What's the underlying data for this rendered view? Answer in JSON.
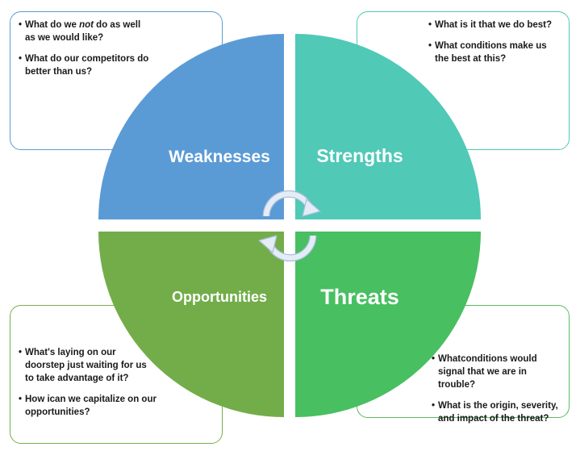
{
  "quadrants": {
    "weaknesses": {
      "label": "Weaknesses",
      "color": "#5b9bd5"
    },
    "strengths": {
      "label": "Strengths",
      "color": "#50c9b7"
    },
    "opportunities": {
      "label": "Opportunities",
      "color": "#73ad4a"
    },
    "threats": {
      "label": "Threats",
      "color": "#48bf61"
    }
  },
  "notes": {
    "weaknesses": {
      "q1_a": "What do we ",
      "q1_em": "not",
      "q1_b": " do as well as we would like?",
      "q2": "What do our competitors do better than us?"
    },
    "strengths": {
      "q1": "What is it that we do best?",
      "q2": "What conditions make us the best at this?"
    },
    "opportunities": {
      "q1": "What's laying on our doorstep just waiting for us to take advantage of it?",
      "q2": "How ican we capitalize on our opportunities?"
    },
    "threats": {
      "q1": "Whatconditions would signal that we are in trouble?",
      "q2": "What is the origin, severity, and impact of the threat?"
    }
  }
}
